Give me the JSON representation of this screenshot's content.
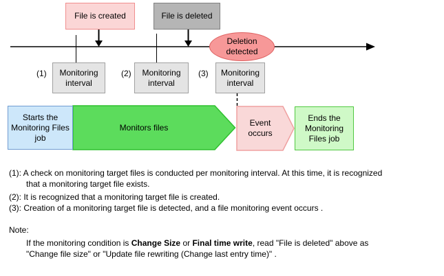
{
  "timeline": {
    "created_label": "File is created",
    "deleted_label": "File is deleted",
    "deletion_detected_label": "Deletion detected",
    "intervals": [
      {
        "number": "(1)",
        "label": "Monitoring interval"
      },
      {
        "number": "(2)",
        "label": "Monitoring interval"
      },
      {
        "number": "(3)",
        "label": "Monitoring interval"
      }
    ]
  },
  "flow": {
    "start_label": "Starts the Monitoring Files job",
    "monitor_label": "Monitors files",
    "event_label": "Event occurs",
    "end_label": "Ends the Monitoring Files job"
  },
  "footnotes": {
    "line1": "(1): A check on monitoring target files is conducted per monitoring interval. At this time, it is recognized",
    "line2": "that a monitoring target file exists.",
    "line3": "(2): It is recognized that a monitoring target file is created.",
    "line4": "(3): Creation of a monitoring target file is detected, and a file monitoring event occurs ."
  },
  "note": {
    "heading": "Note:",
    "line1_parts": [
      "If the monitoring condition is ",
      "Change Size",
      " or ",
      "Final time write",
      ", read \"File is deleted\" above as"
    ],
    "line2": "\"Change file size\" or \"Update file rewriting (Change last entry time)\" ."
  },
  "colors": {
    "created_box_fill": "#fbd6d6",
    "created_box_border": "#f08e8e",
    "deleted_box_fill": "#b5b5b5",
    "deleted_box_border": "#7f7f7f",
    "deletion_ellipse_fill": "#f79898",
    "deletion_ellipse_border": "#dd5f5f",
    "interval_box_fill": "#e4e4e4",
    "interval_box_border": "#a0a0a0",
    "start_box_fill": "#cde7fa",
    "start_box_border": "#6f9bd1",
    "monitor_arrow_fill": "#5cdc5c",
    "monitor_arrow_border": "#2ec02e",
    "event_shape_fill": "#f9d8d8",
    "event_shape_border": "#efa0a0",
    "end_box_fill": "#cff9c7",
    "end_box_border": "#50c840"
  }
}
